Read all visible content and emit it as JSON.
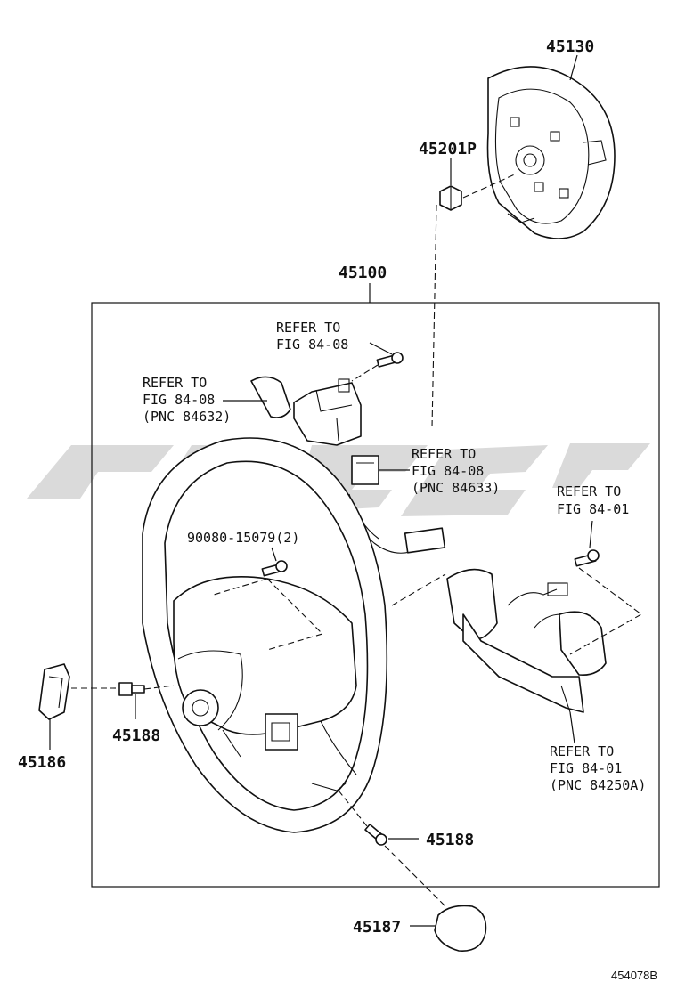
{
  "labels": {
    "p45130": "45130",
    "p45201p": "45201P",
    "p45100": "45100",
    "ref1_line1": "REFER TO",
    "ref1_line2": "FIG 84-08",
    "ref2_line1": "REFER TO",
    "ref2_line2": "FIG 84-08",
    "ref2_line3": "(PNC 84632)",
    "ref3_line1": "REFER TO",
    "ref3_line2": "FIG 84-08",
    "ref3_line3": "(PNC 84633)",
    "ref4_line1": "REFER TO",
    "ref4_line2": "FIG 84-01",
    "p90080": "90080-15079(2)",
    "ref5_line1": "REFER TO",
    "ref5_line2": "FIG 84-01",
    "ref5_line3": "(PNC 84250A)",
    "p45188_left": "45188",
    "p45186": "45186",
    "p45188_bottom": "45188",
    "p45187": "45187",
    "diagram_id": "454078B"
  },
  "colors": {
    "ink": "#111111",
    "watermark": "#d4d4d4",
    "background": "#ffffff"
  }
}
